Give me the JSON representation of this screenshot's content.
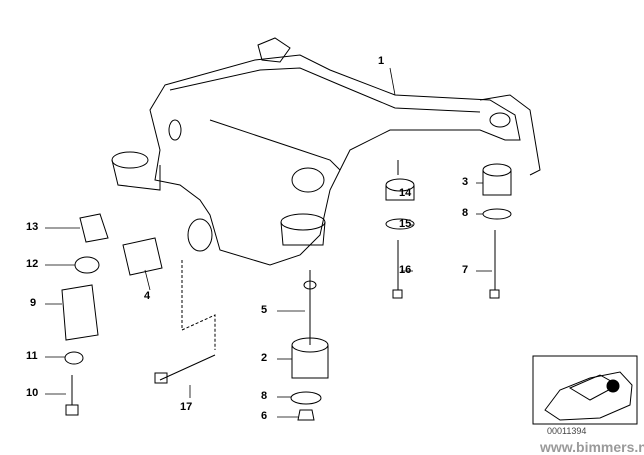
{
  "diagram": {
    "parts": [
      {
        "num": "1"
      },
      {
        "num": "14"
      },
      {
        "num": "15"
      },
      {
        "num": "16"
      },
      {
        "num": "3"
      },
      {
        "num": "8"
      },
      {
        "num": "7"
      },
      {
        "num": "13"
      },
      {
        "num": "12"
      },
      {
        "num": "4"
      },
      {
        "num": "9"
      },
      {
        "num": "11"
      },
      {
        "num": "10"
      },
      {
        "num": "17"
      },
      {
        "num": "5"
      },
      {
        "num": "2"
      },
      {
        "num": "8"
      },
      {
        "num": "6"
      }
    ],
    "image_code": "00011394",
    "watermark": "www.bimmers.no"
  }
}
